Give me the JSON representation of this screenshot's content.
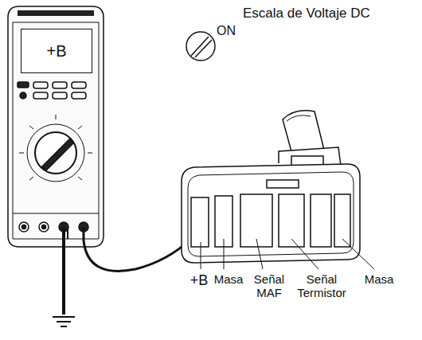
{
  "diagram": {
    "title": "Escala de Voltaje DC",
    "nodes": [
      {
        "text": [
          "+B"
        ]
      }
    ],
    "labels": [
      "ON",
      "+B",
      "Masa",
      "Señal MAF",
      "Señal Termistor",
      "Masa"
    ]
  }
}
